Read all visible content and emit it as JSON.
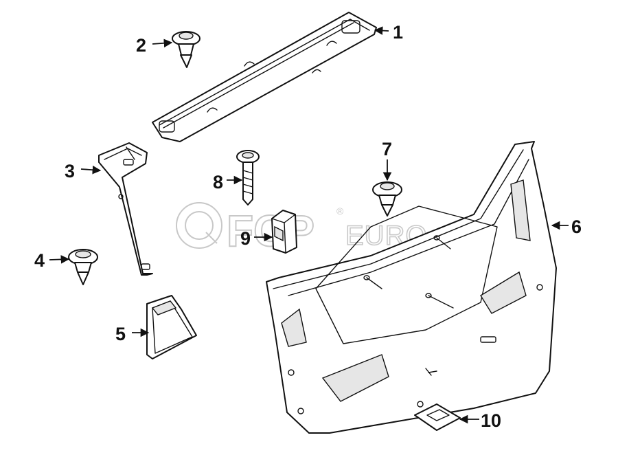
{
  "diagram": {
    "callouts": [
      {
        "id": "1",
        "label": "1"
      },
      {
        "id": "2",
        "label": "2"
      },
      {
        "id": "3",
        "label": "3"
      },
      {
        "id": "4",
        "label": "4"
      },
      {
        "id": "5",
        "label": "5"
      },
      {
        "id": "6",
        "label": "6"
      },
      {
        "id": "7",
        "label": "7"
      },
      {
        "id": "8",
        "label": "8"
      },
      {
        "id": "9",
        "label": "9"
      },
      {
        "id": "10",
        "label": "10"
      }
    ],
    "watermark": {
      "brand": "FCP",
      "suffix": "EURO",
      "mark": "®"
    },
    "colors": {
      "line": "#111111",
      "watermark": "#c8c8c8",
      "background": "#ffffff"
    }
  }
}
